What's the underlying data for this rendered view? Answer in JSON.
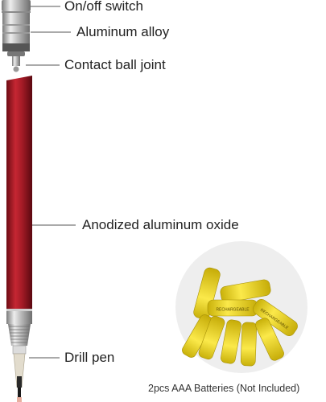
{
  "labels": {
    "on_off_switch": "On/off switch",
    "aluminum_alloy": "Aluminum alloy",
    "contact_ball_joint": "Contact ball joint",
    "anodized": "Anodized aluminum oxide",
    "drill_pen": "Drill pen",
    "batteries": "2pcs AAA Batteries (Not Included)"
  },
  "battery_marking": "RECHARGEABLE",
  "colors": {
    "pen_body": "#b3202a",
    "battery_yellow": "#f0dc1c",
    "metal": "#c8c8c8",
    "leader_line": "#555555"
  },
  "icons": [
    "pen-cap-illustration",
    "pen-body-illustration",
    "pen-tip-illustration",
    "battery-illustration"
  ]
}
